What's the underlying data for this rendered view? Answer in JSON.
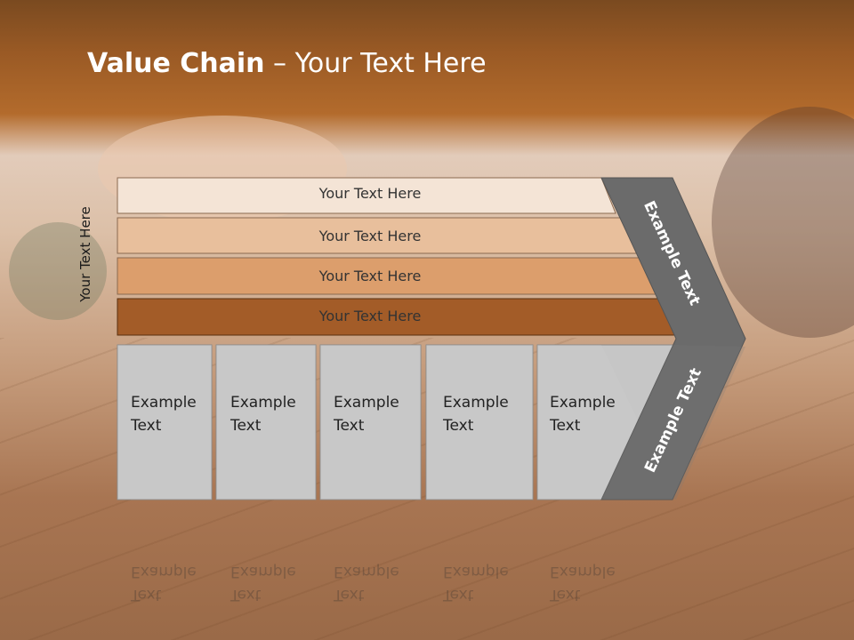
{
  "slide": {
    "title_bold": "Value Chain",
    "title_rest": " – Your Text Here",
    "side_label": "Your Text Here"
  },
  "support_bands": [
    {
      "label": "Your Text Here",
      "color": "#f4e4d6"
    },
    {
      "label": "Your Text Here",
      "color": "#e8bf9c"
    },
    {
      "label": "Your Text Here",
      "color": "#dc9e6c"
    },
    {
      "label": "Your Text Here",
      "color": "#a35c28"
    }
  ],
  "primary_activities": [
    {
      "line1": "Example",
      "line2": "Text"
    },
    {
      "line1": "Example",
      "line2": "Text"
    },
    {
      "line1": "Example",
      "line2": "Text"
    },
    {
      "line1": "Example",
      "line2": "Text"
    },
    {
      "line1": "Example",
      "line2": "Text"
    }
  ],
  "margin": {
    "upper_label": "Example Text",
    "lower_label": "Example Text",
    "color": "#6b6b6b"
  },
  "colors": {
    "activity_fill": "#c6c6c6",
    "header_brown": "#9a5a25"
  }
}
